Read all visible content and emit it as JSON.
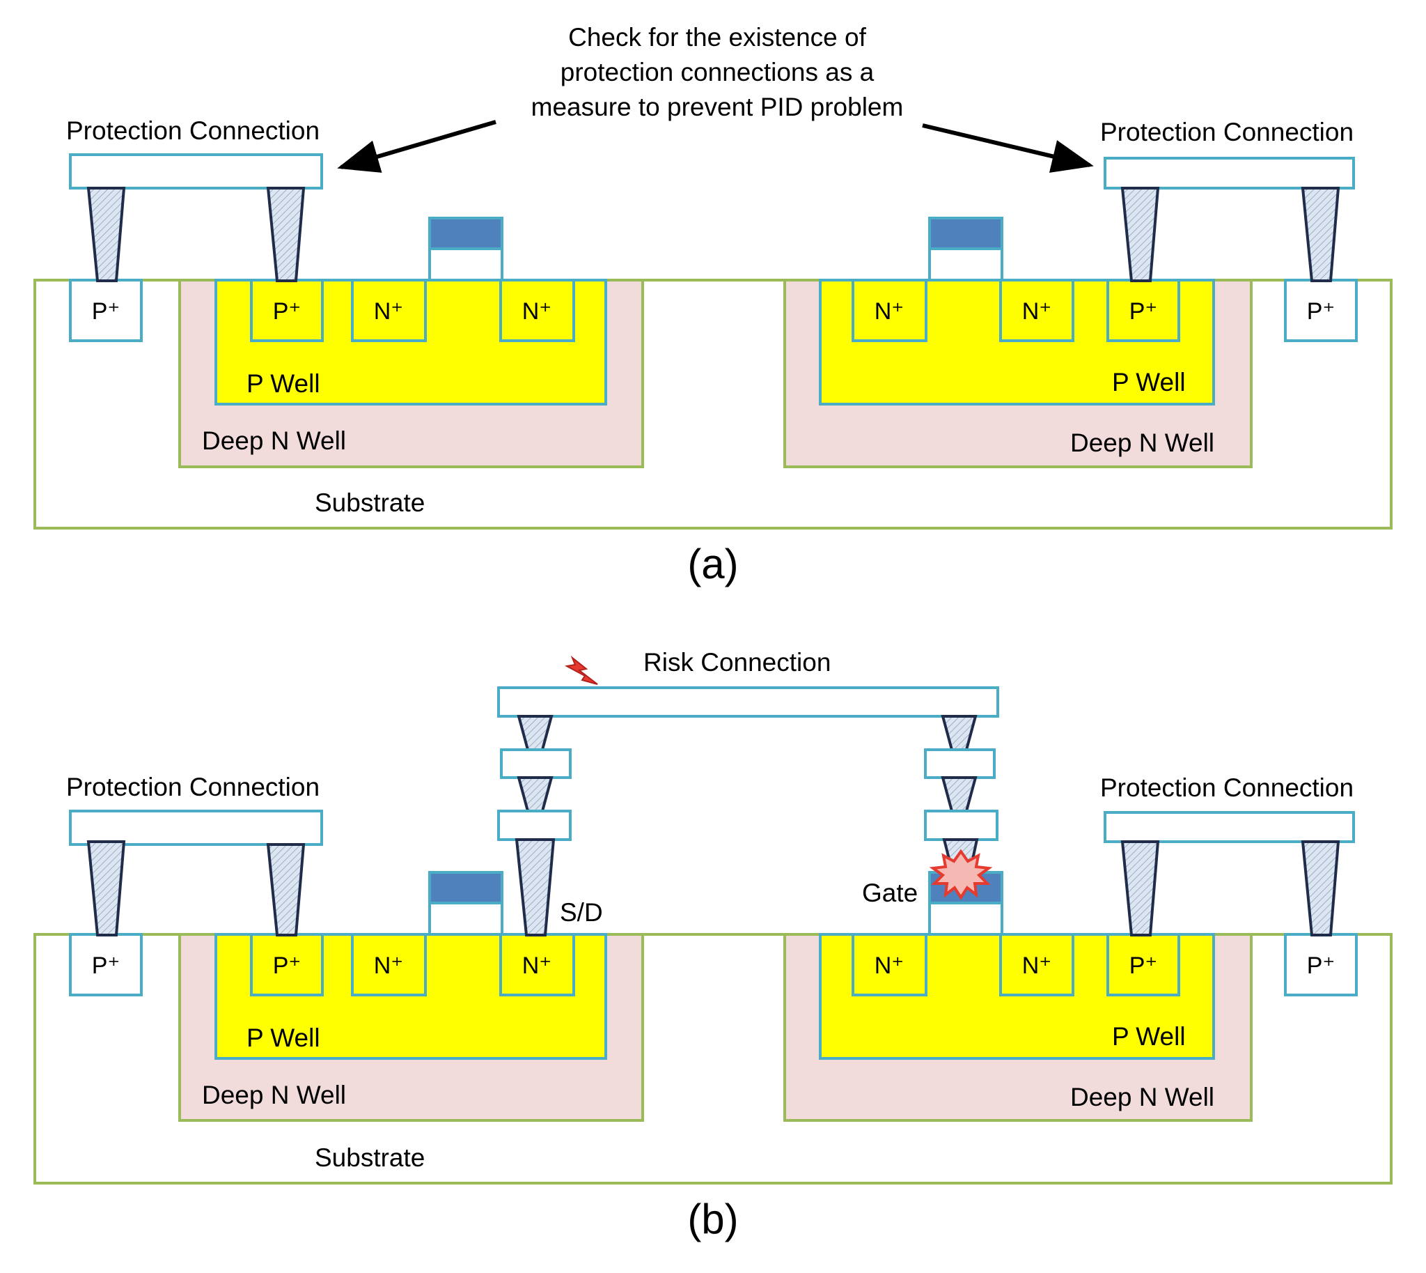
{
  "annotation": {
    "lines": [
      "Check for the existence of",
      "protection connections as a",
      "measure to prevent PID problem"
    ]
  },
  "panels": [
    {
      "id": "a",
      "caption": "(a)",
      "labels": {
        "substrate": "Substrate",
        "left_deep_n_well": "Deep N Well",
        "right_deep_n_well": "Deep N Well",
        "left_p_well": "P Well",
        "right_p_well": "P Well",
        "left_protection": "Protection Connection",
        "right_protection": "Protection Connection"
      },
      "dopings": {
        "left_tap": "P⁺",
        "left_well_tap": "P⁺",
        "left_n1": "N⁺",
        "left_n2": "N⁺",
        "right_n1": "N⁺",
        "right_n2": "N⁺",
        "right_well_tap": "P⁺",
        "right_tap": "P⁺"
      }
    },
    {
      "id": "b",
      "caption": "(b)",
      "labels": {
        "substrate": "Substrate",
        "left_deep_n_well": "Deep N Well",
        "right_deep_n_well": "Deep N Well",
        "left_p_well": "P Well",
        "right_p_well": "P Well",
        "left_protection": "Protection Connection",
        "right_protection": "Protection Connection",
        "risk": "Risk Connection",
        "sd": "S/D",
        "gate": "Gate"
      },
      "dopings": {
        "left_tap": "P⁺",
        "left_well_tap": "P⁺",
        "left_n1": "N⁺",
        "left_n2": "N⁺",
        "right_n1": "N⁺",
        "right_n2": "N⁺",
        "right_well_tap": "P⁺",
        "right_tap": "P⁺"
      }
    }
  ],
  "colors": {
    "substrate_border": "#9bbb59",
    "deep_n_well": "#f2dcdb",
    "p_well": "#ffff00",
    "outline": "#4bacc6",
    "gate": "#4f81bd",
    "via": "#dce6f2",
    "via_border": "#1f2d4a",
    "spark": "#e53a2f"
  }
}
